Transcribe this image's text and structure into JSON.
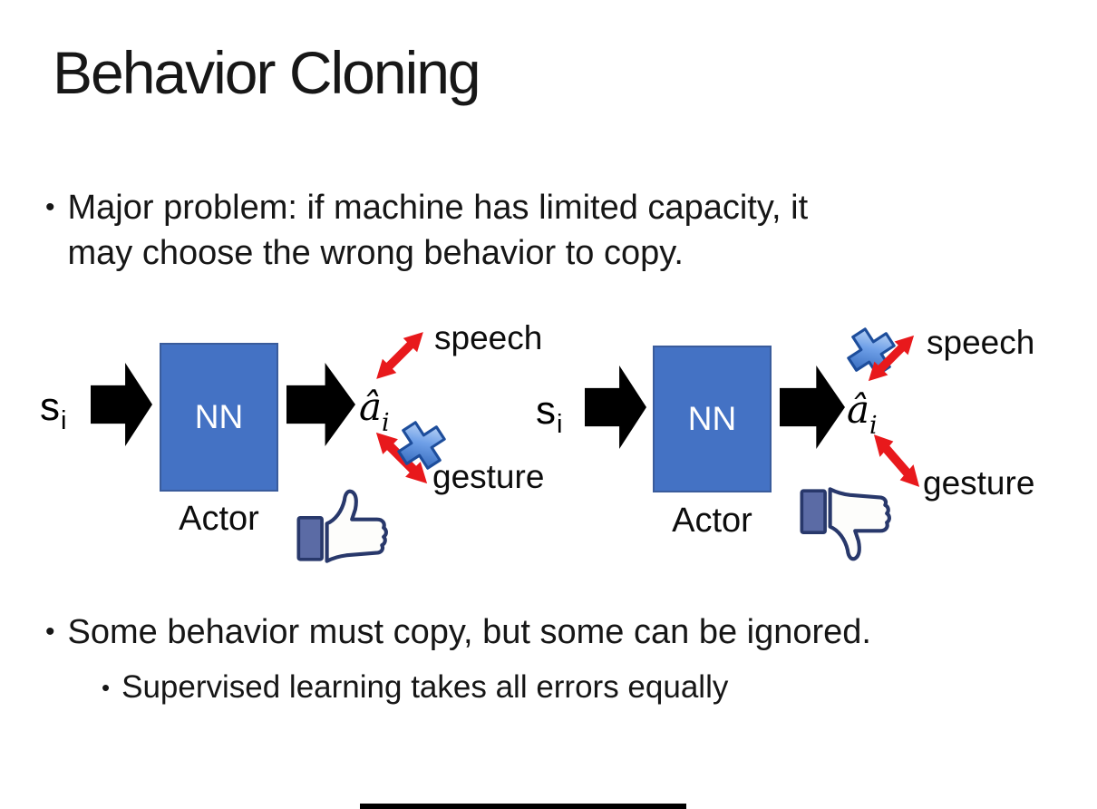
{
  "glyphs": {
    "bullet": "•"
  },
  "slide": {
    "title": "Behavior Cloning",
    "bullet_major_line1": "Major problem: if machine has limited capacity, it",
    "bullet_major_line2": "may choose the wrong behavior to copy.",
    "bullet_some": "Some behavior must copy, but some can be ignored.",
    "bullet_supervised": "Supervised learning takes all errors equally"
  },
  "diagram_left": {
    "input_symbol": "s",
    "input_subscript": "i",
    "box_label": "NN",
    "box_caption": "Actor",
    "output_symbol": "â",
    "output_subscript": "i",
    "branch_top_label": "speech",
    "branch_bottom_label": "gesture",
    "crossed_out_branch": "gesture",
    "feedback_icon": "thumbs-up"
  },
  "diagram_right": {
    "input_symbol": "s",
    "input_subscript": "i",
    "box_label": "NN",
    "box_caption": "Actor",
    "output_symbol": "â",
    "output_subscript": "i",
    "branch_top_label": "speech",
    "branch_bottom_label": "gesture",
    "crossed_out_branch": "speech",
    "feedback_icon": "thumbs-down"
  },
  "colors": {
    "nn_fill": "#4472C4",
    "nn_border": "#3A5C9C",
    "arrow_black": "#000000",
    "arrow_red": "#E8191C",
    "cross_blue_light": "#DFECFB",
    "cross_blue_mid": "#6FA0E8",
    "cross_blue_dark": "#2057AE",
    "cross_outline": "#1D4D9B",
    "thumb_outline": "#28386B",
    "thumb_cuff": "#5B6BA5",
    "thumb_hand": "#FDFDFB"
  }
}
